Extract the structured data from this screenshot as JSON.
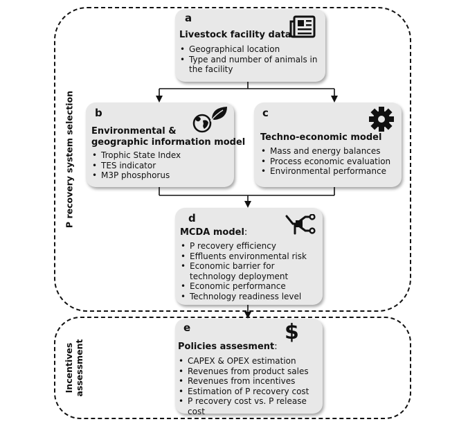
{
  "groups": {
    "p_recovery": {
      "label": "P recovery system selection"
    },
    "incentives": {
      "label_line1": "Incentives",
      "label_line2": "assessment"
    }
  },
  "boxes": {
    "a": {
      "letter": "a",
      "title": "Livestock facility data",
      "icon": "newspaper-icon",
      "items": [
        "Geographical location",
        "Type and number of animals in the facility"
      ]
    },
    "b": {
      "letter": "b",
      "title_line1": "Environmental &",
      "title_line2": "geographic information model",
      "icon": "globe-leaf-icon",
      "items": [
        "Trophic State Index",
        "TES indicator",
        "M3P phosphorus"
      ]
    },
    "c": {
      "letter": "c",
      "title": "Techno-economic model",
      "icon": "gear-icon",
      "items": [
        "Mass and energy balances",
        "Process economic evaluation",
        "Environmental performance"
      ]
    },
    "d": {
      "letter": "d",
      "title": "MCDA model",
      "title_suffix": ":",
      "icon": "decision-fork-icon",
      "items": [
        "P recovery efficiency",
        "Effluents environmental risk",
        "Economic barrier for technology deployment",
        "Economic performance",
        "Technology readiness level"
      ]
    },
    "e": {
      "letter": "e",
      "title": "Policies assesment",
      "title_suffix": ":",
      "icon": "dollar-sign-icon",
      "icon_glyph": "$",
      "items": [
        "CAPEX & OPEX estimation",
        "Revenues from product sales",
        "Revenues from incentives",
        "Estimation of P recovery cost",
        "P recovery cost vs. P release cost"
      ]
    }
  },
  "colors": {
    "box_fill": "#e8e8e8",
    "stroke": "#111111"
  }
}
